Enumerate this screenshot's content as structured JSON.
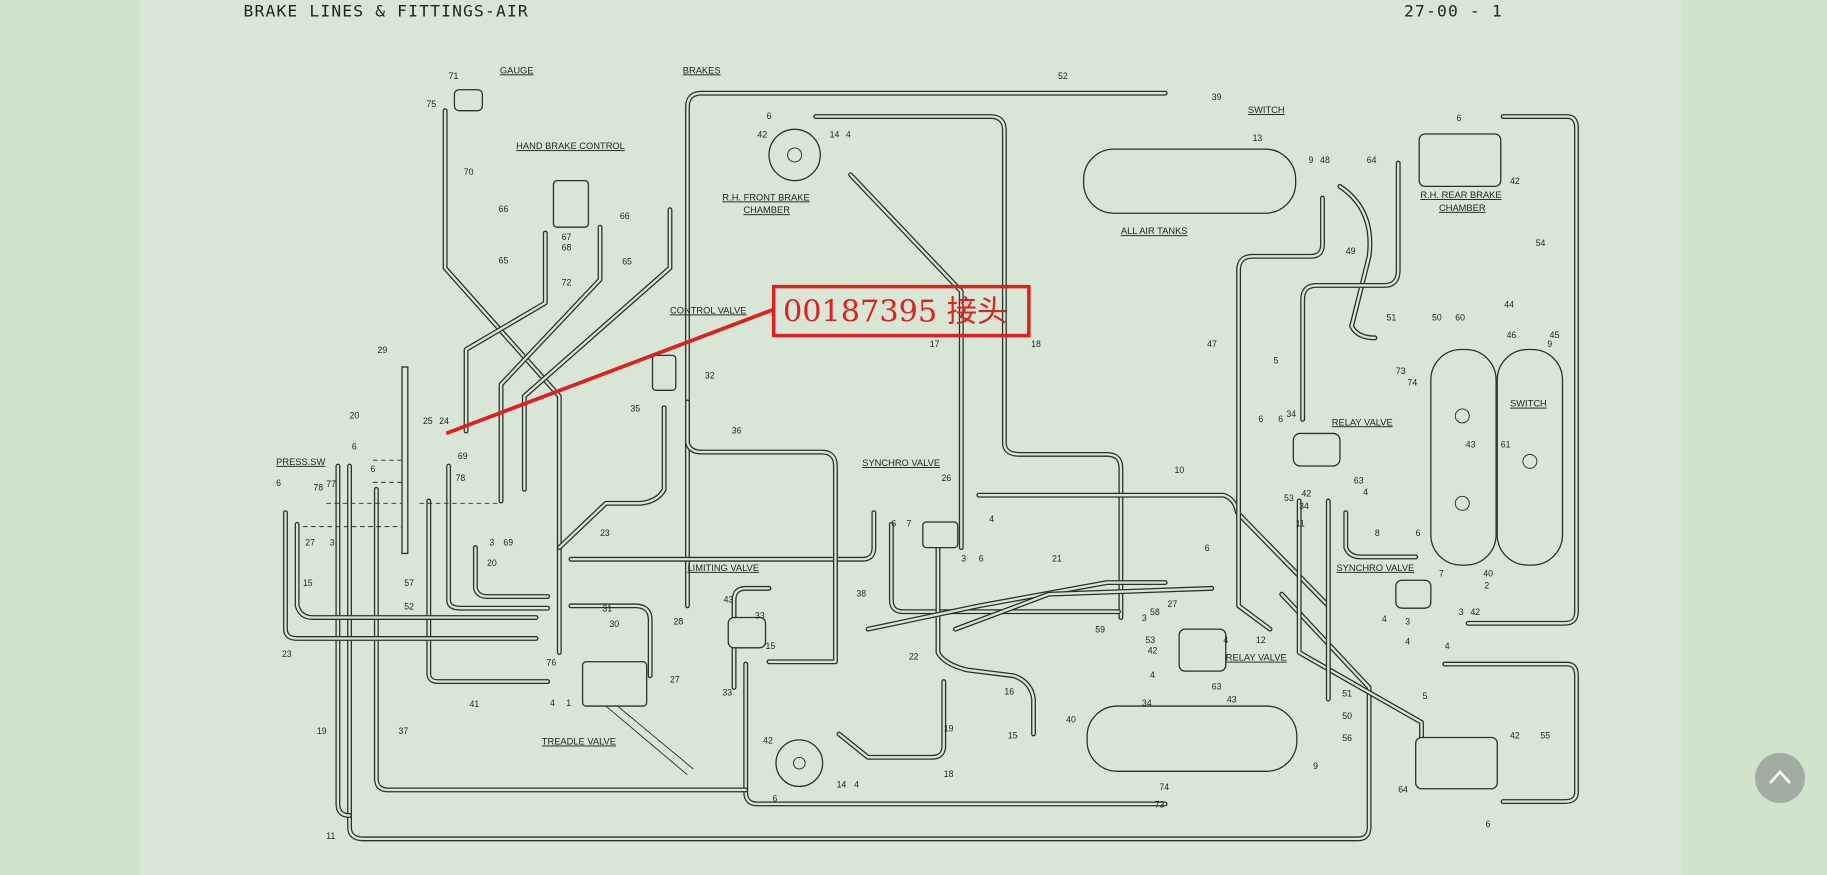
{
  "header": {
    "title": "BRAKE LINES & FITTINGS-AIR",
    "page_ref": "27-00 -  1"
  },
  "annotation": {
    "text": "00187395  接头",
    "color": "#e02020"
  },
  "sections": [
    "GAUGE",
    "BRAKES",
    "HAND BRAKE CONTROL",
    "R.H. FRONT BRAKE",
    "CHAMBER",
    "CONTROL VALVE",
    "SWITCH",
    "ALL AIR TANKS",
    "R.H. REAR BRAKE",
    "CHAMBER",
    "RELAY VALVE",
    "SWITCH",
    "SYNCHRO VALVE",
    "LIMITING VALVE",
    "SYNCHRO VALVE",
    "RELAY VALVE",
    "TREADLE VALVE",
    "PRESS.SW"
  ],
  "part_numbers": [
    "71",
    "75",
    "70",
    "66",
    "66",
    "67",
    "68",
    "65",
    "65",
    "72",
    "29",
    "20",
    "25",
    "24",
    "69",
    "6",
    "6",
    "78",
    "6",
    "78",
    "77",
    "27",
    "3",
    "3",
    "69",
    "20",
    "15",
    "57",
    "52",
    "23",
    "23",
    "31",
    "30",
    "28",
    "76",
    "4",
    "1",
    "27",
    "41",
    "19",
    "37",
    "11",
    "36",
    "35",
    "32",
    "17",
    "18",
    "14",
    "4",
    "6",
    "42",
    "52",
    "39",
    "13",
    "9",
    "48",
    "64",
    "6",
    "42",
    "54",
    "49",
    "47",
    "5",
    "51",
    "50",
    "60",
    "44",
    "46",
    "45",
    "9",
    "73",
    "74",
    "6",
    "6",
    "34",
    "43",
    "61",
    "26",
    "4",
    "7",
    "6",
    "3",
    "6",
    "10",
    "11",
    "53",
    "42",
    "34",
    "63",
    "4",
    "8",
    "6",
    "40",
    "2",
    "7",
    "3",
    "42",
    "3",
    "4",
    "4",
    "4",
    "21",
    "38",
    "58",
    "27",
    "6",
    "59",
    "53",
    "42",
    "3",
    "4",
    "12",
    "63",
    "43",
    "34",
    "4",
    "22",
    "16",
    "15",
    "40",
    "9",
    "51",
    "50",
    "56",
    "5",
    "42",
    "64",
    "6",
    "55",
    "19",
    "18",
    "42",
    "14",
    "4",
    "6",
    "74",
    "73",
    "43",
    "33",
    "15",
    "33"
  ],
  "scroll_top": {
    "icon": "chevron-up-icon"
  }
}
